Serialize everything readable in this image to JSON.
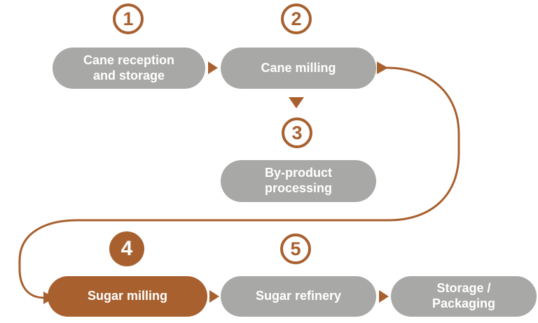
{
  "title": "Sugar production process flow diagram",
  "colors": {
    "accent": "#A8602F",
    "gray": "#A8A8A7",
    "text_on_pill": "#FFFFFF"
  },
  "steps": {
    "s1": {
      "number": "1",
      "label": "Cane reception\nand storage"
    },
    "s2": {
      "number": "2",
      "label": "Cane milling"
    },
    "s3": {
      "number": "3",
      "label": "By-product\nprocessing"
    },
    "s4": {
      "number": "4",
      "label": "Sugar milling",
      "highlighted": true
    },
    "s5": {
      "number": "5",
      "label": "Sugar refinery"
    },
    "s6": {
      "label": "Storage /\nPackaging"
    }
  }
}
